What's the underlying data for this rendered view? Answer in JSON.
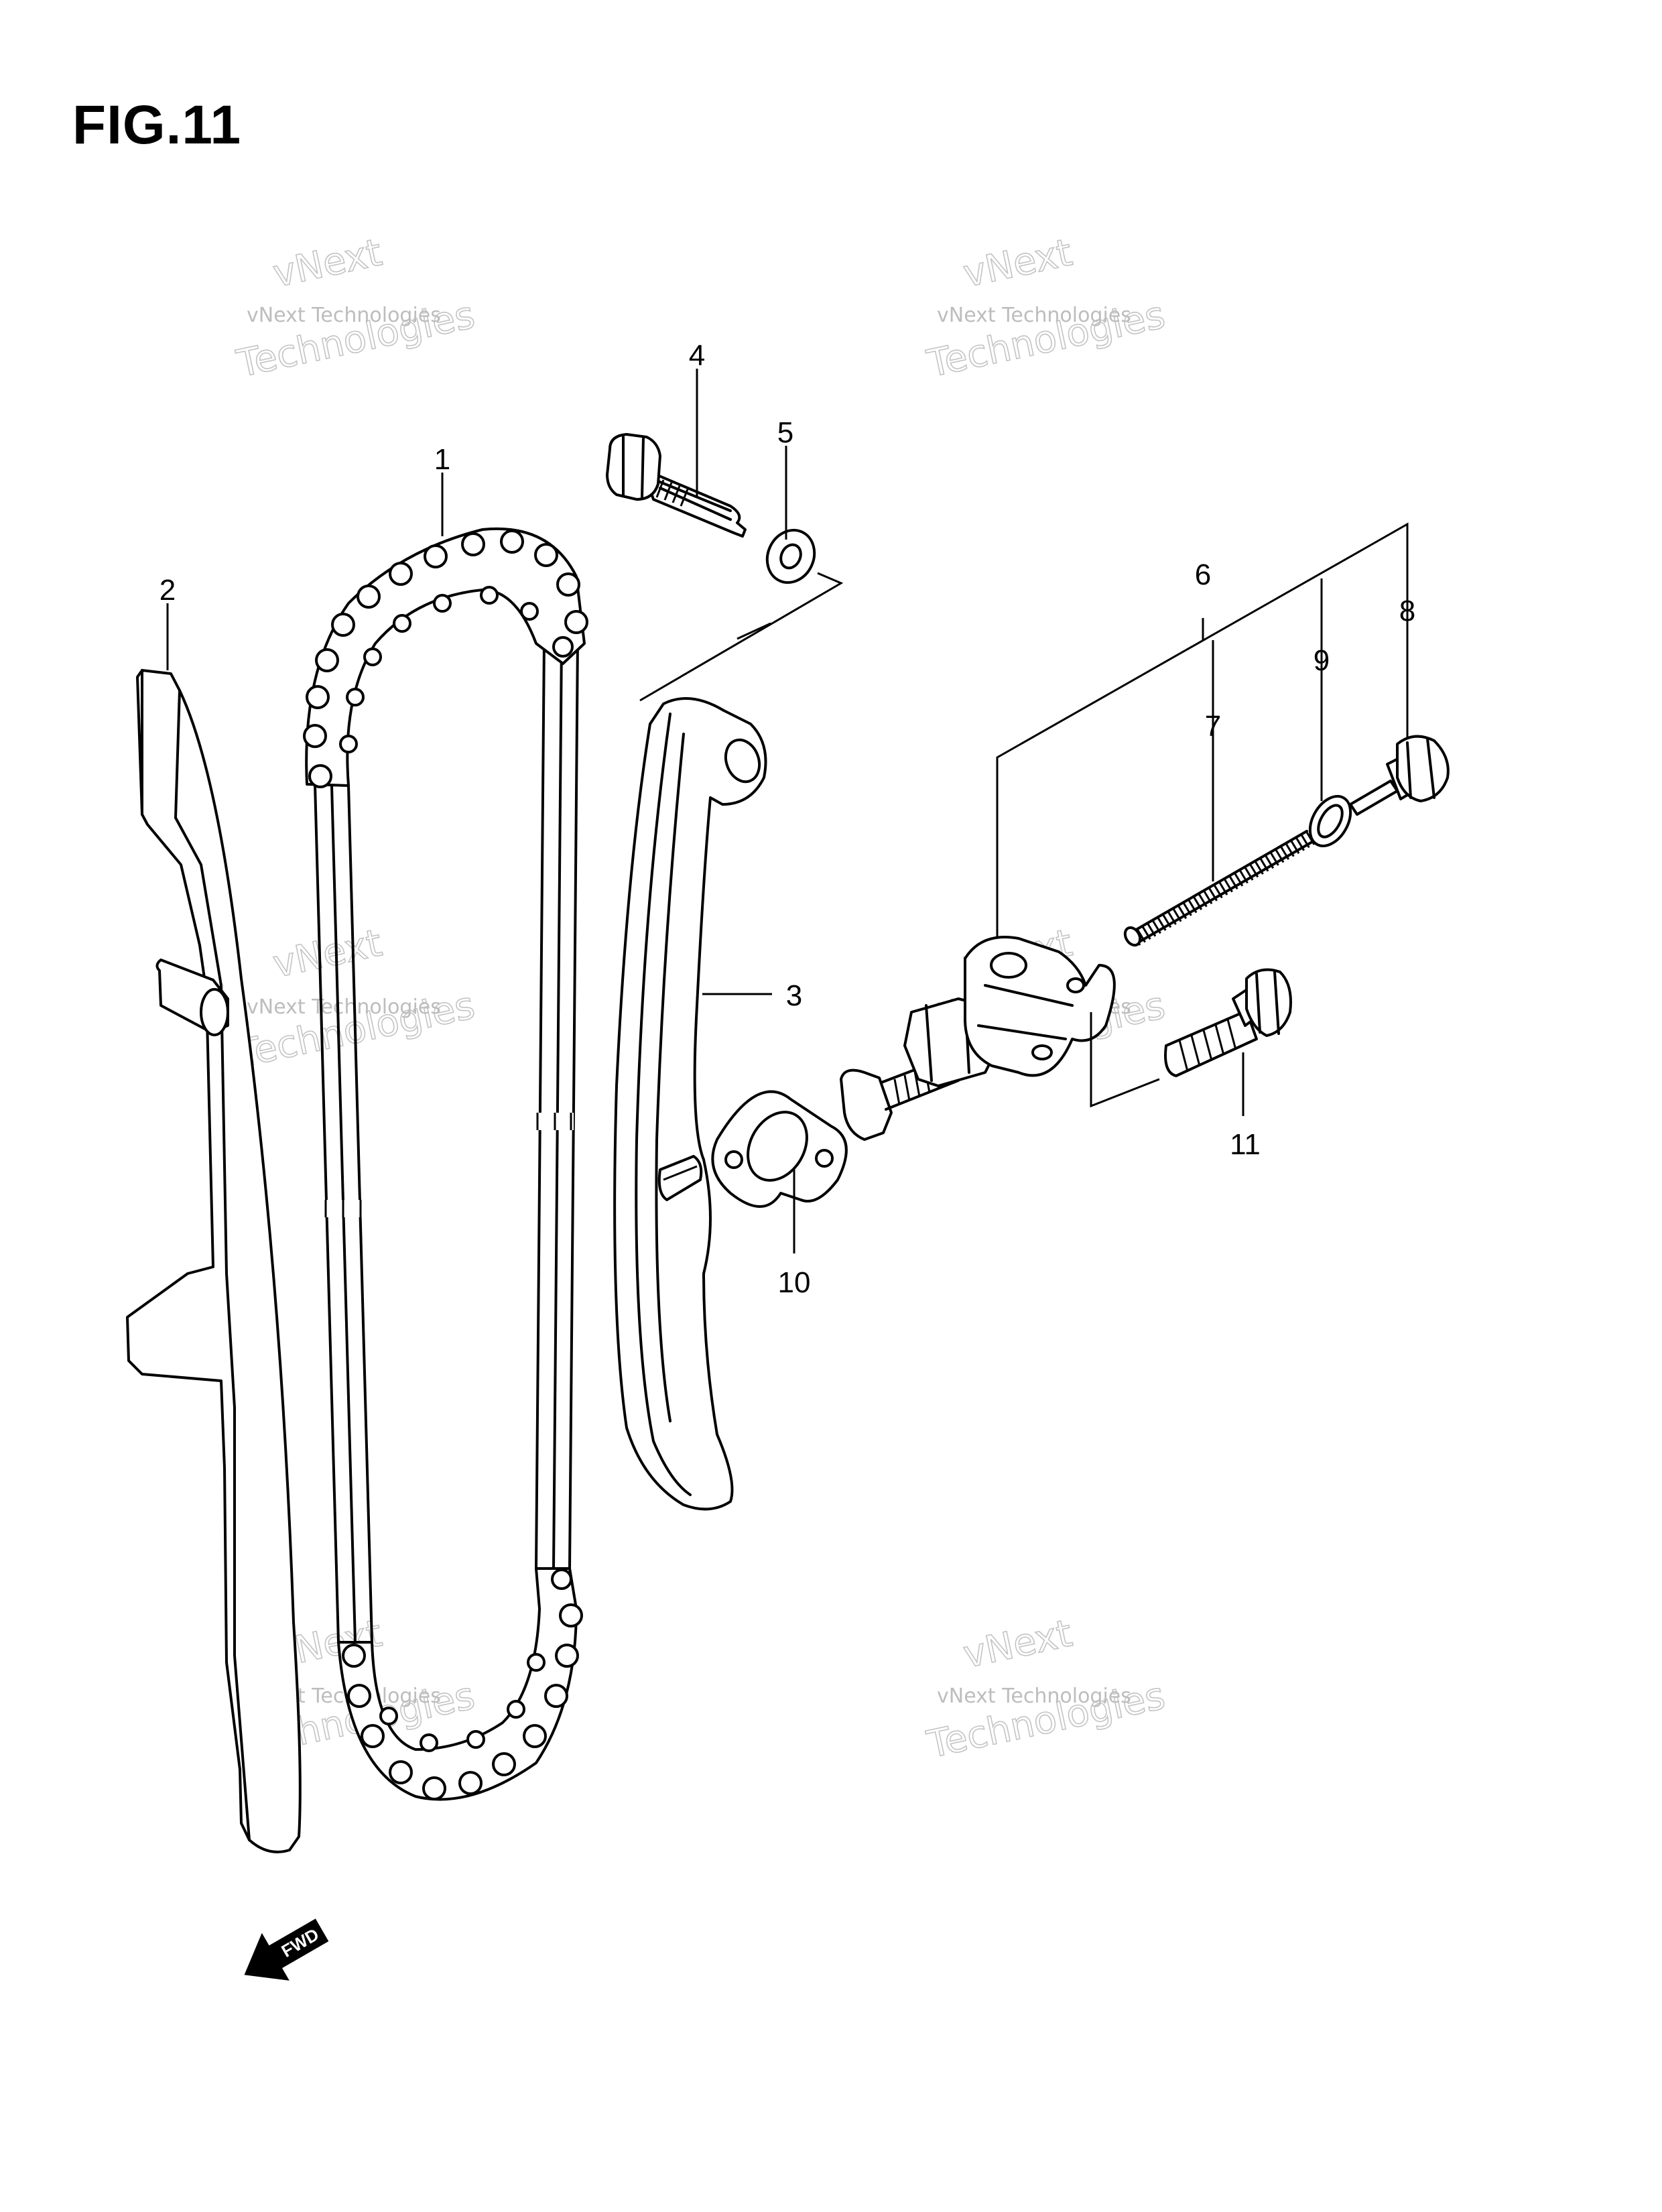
{
  "figure": {
    "title": "FIG.11"
  },
  "callouts": [
    {
      "id": "1",
      "label": "1"
    },
    {
      "id": "2",
      "label": "2"
    },
    {
      "id": "3",
      "label": "3"
    },
    {
      "id": "4",
      "label": "4"
    },
    {
      "id": "5",
      "label": "5"
    },
    {
      "id": "6",
      "label": "6"
    },
    {
      "id": "7",
      "label": "7"
    },
    {
      "id": "8",
      "label": "8"
    },
    {
      "id": "9",
      "label": "9"
    },
    {
      "id": "10",
      "label": "10"
    },
    {
      "id": "11",
      "label": "11"
    }
  ],
  "direction_marker": {
    "label": "FWD"
  },
  "watermark": {
    "line1": "vNext",
    "line2": "Technologies",
    "line3": "vNext Technologies"
  }
}
